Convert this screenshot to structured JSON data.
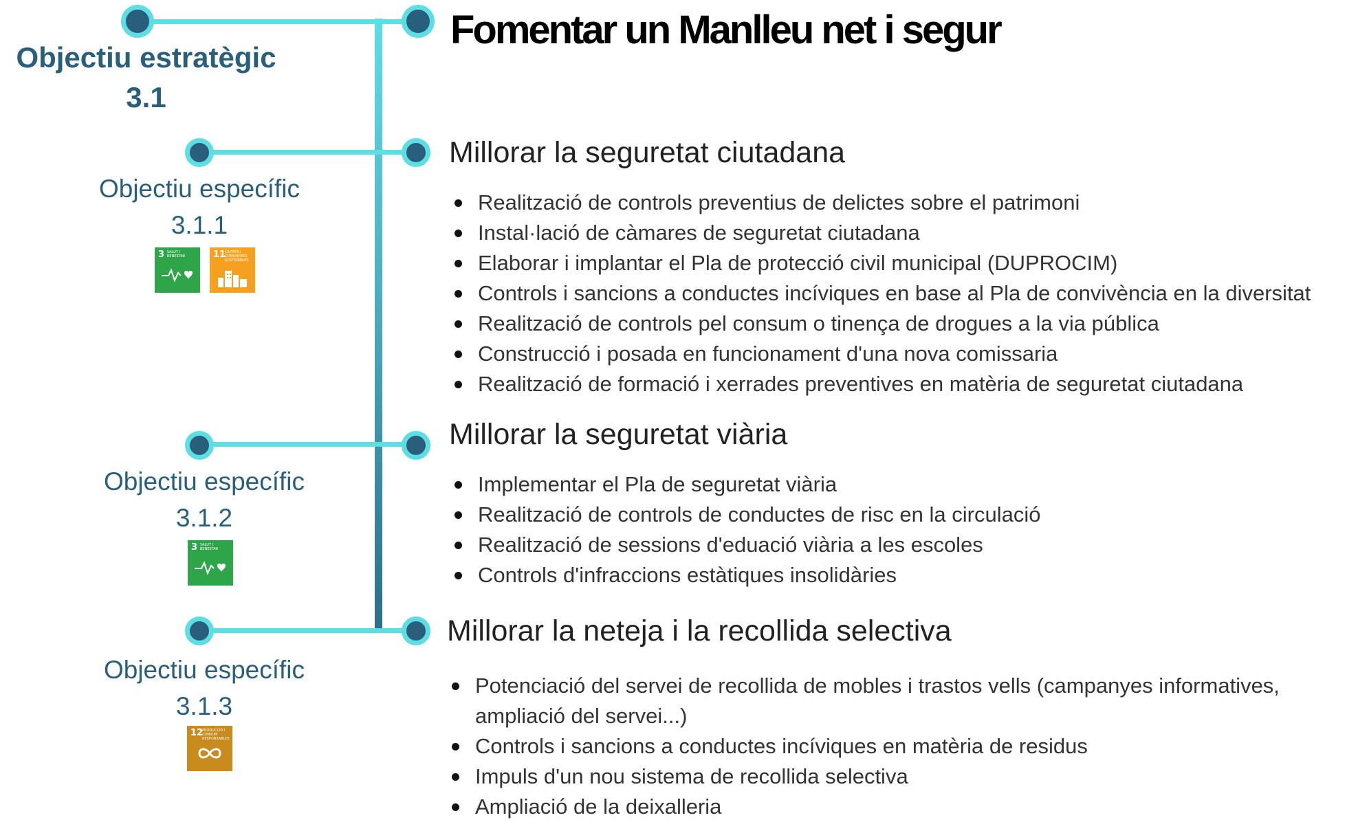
{
  "title": "Fomentar un Manlleu net i segur",
  "strategic": {
    "label": "Objectiu estratègic",
    "number": "3.1"
  },
  "objectives": [
    {
      "label": "Objectiu específic",
      "number": "3.1.1",
      "sdgs": [
        {
          "number": "3",
          "text": "Salut i benestar",
          "color": "#2ea548",
          "icon": "heartbeat-icon"
        },
        {
          "number": "11",
          "text": "Ciutats i comunitats sostenibles",
          "color": "#f6a01f",
          "icon": "city-icon"
        }
      ],
      "heading": "Millorar la seguretat ciutadana",
      "actions": [
        "Realització de controls preventius de delictes sobre el patrimoni",
        "Instal·lació de càmares de seguretat ciutadana",
        "Elaborar i implantar el Pla de protecció civil municipal (DUPROCIM)",
        "Controls i sancions a conductes incíviques en base al Pla de convivència en la diversitat",
        "Realització de controls pel consum o tinença de drogues a la via pública",
        "Construcció i posada en funcionament d'una nova comissaria",
        "Realització de formació i xerrades preventives en matèria de seguretat ciutadana"
      ]
    },
    {
      "label": "Objectiu específic",
      "number": "3.1.2",
      "sdgs": [
        {
          "number": "3",
          "text": "Salut i benestar",
          "color": "#2ea548",
          "icon": "heartbeat-icon"
        }
      ],
      "heading": "Millorar la seguretat viària",
      "actions": [
        "Implementar el Pla de seguretat viària",
        "Realització de controls de conductes de risc en la circulació",
        "Realització de sessions d'eduació viària a les escoles",
        "Controls d'infraccions estàtiques insolidàries"
      ]
    },
    {
      "label": "Objectiu específic",
      "number": "3.1.3",
      "sdgs": [
        {
          "number": "12",
          "text": "Producció i consum responsables",
          "color": "#c98a1e",
          "icon": "infinity-icon"
        }
      ],
      "heading": "Millorar la neteja i la recollida selectiva",
      "actions": [
        "Potenciació del servei de recollida de mobles i trastos vells (campanyes informatives, ampliació del servei...)",
        "Controls i sancions a conductes incíviques en matèria de residus",
        "Impuls d'un nou sistema de recollida selectiva",
        "Ampliació de la deixalleria"
      ]
    }
  ]
}
